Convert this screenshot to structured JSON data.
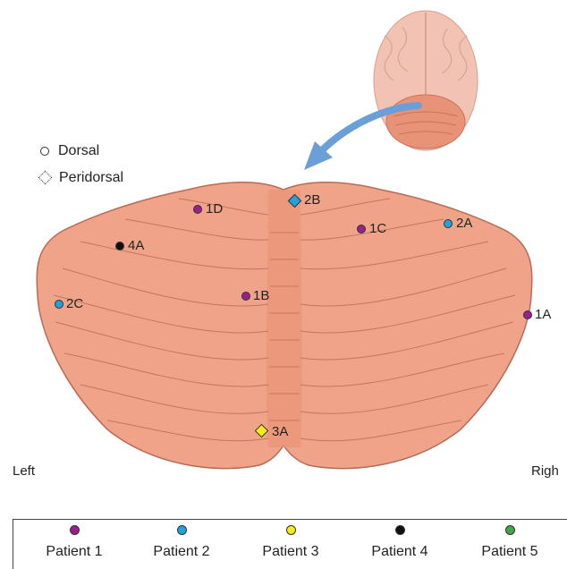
{
  "key": {
    "dorsal": "Dorsal",
    "peridorsal": "Peridorsal"
  },
  "sides": {
    "left": "Left",
    "right": "Righ"
  },
  "points": [
    {
      "id": "1A",
      "label": "1A",
      "patient": 1,
      "type": "dorsal"
    },
    {
      "id": "1B",
      "label": "1B",
      "patient": 1,
      "type": "dorsal"
    },
    {
      "id": "1C",
      "label": "1C",
      "patient": 1,
      "type": "dorsal"
    },
    {
      "id": "1D",
      "label": "1D",
      "patient": 1,
      "type": "dorsal"
    },
    {
      "id": "2A",
      "label": "2A",
      "patient": 2,
      "type": "dorsal"
    },
    {
      "id": "2B",
      "label": "2B",
      "patient": 2,
      "type": "peridorsal"
    },
    {
      "id": "2C",
      "label": "2C",
      "patient": 2,
      "type": "dorsal"
    },
    {
      "id": "3A",
      "label": "3A",
      "patient": 3,
      "type": "peridorsal"
    },
    {
      "id": "4A",
      "label": "4A",
      "patient": 4,
      "type": "dorsal"
    }
  ],
  "legend": [
    {
      "label": "Patient 1",
      "color": "#9b1e8c"
    },
    {
      "label": "Patient 2",
      "color": "#1fa3dc"
    },
    {
      "label": "Patient 3",
      "color": "#f6ea1c"
    },
    {
      "label": "Patient 4",
      "color": "#111111"
    },
    {
      "label": "Patient 5",
      "color": "#3ca84a"
    }
  ],
  "colors": {
    "cerebellum": "#efa48a",
    "cerebellum_shadow": "#d9866d",
    "folia_line": "#b86a55",
    "brain": "#f2c3b4",
    "arrow": "#6a9fd8"
  }
}
